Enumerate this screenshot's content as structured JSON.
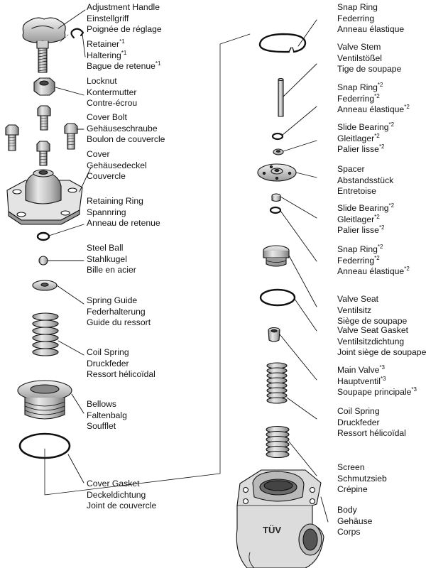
{
  "labels": {
    "adjustment_handle": [
      "Adjustment Handle",
      "Einstellgriff",
      "Poignée de réglage"
    ],
    "retainer": [
      {
        "t": "Retainer",
        "n": "*1"
      },
      {
        "t": "Haltering",
        "n": "*1"
      },
      {
        "t": "Bague de retenue",
        "n": "*1"
      }
    ],
    "locknut": [
      "Locknut",
      "Kontermutter",
      "Contre-écrou"
    ],
    "cover_bolt": [
      "Cover Bolt",
      "Gehäuseschraube",
      "Boulon de couvercle"
    ],
    "cover": [
      "Cover",
      "Gehäusedeckel",
      "Couvercle"
    ],
    "retaining_ring": [
      "Retaining Ring",
      "Spannring",
      "Anneau de retenue"
    ],
    "steel_ball": [
      "Steel Ball",
      "Stahlkugel",
      "Bille en acier"
    ],
    "spring_guide": [
      "Spring Guide",
      "Federhalterung",
      "Guide du ressort"
    ],
    "coil_spring_left": [
      "Coil Spring",
      "Druckfeder",
      "Ressort hélicoïdal"
    ],
    "bellows": [
      "Bellows",
      "Faltenbalg",
      "Soufflet"
    ],
    "cover_gasket": [
      "Cover Gasket",
      "Deckeldichtung",
      "Joint de couvercle"
    ],
    "snap_ring_top": [
      "Snap Ring",
      "Federring",
      "Anneau élastique"
    ],
    "valve_stem": [
      "Valve Stem",
      "Ventilstößel",
      "Tige de soupape"
    ],
    "snap_ring_2a": [
      {
        "t": "Snap Ring",
        "n": "*2"
      },
      {
        "t": "Federring",
        "n": "*2"
      },
      {
        "t": "Anneau élastique",
        "n": "*2"
      }
    ],
    "slide_bearing_a": [
      {
        "t": "Slide Bearing",
        "n": "*2"
      },
      {
        "t": "Gleitlager",
        "n": "*2"
      },
      {
        "t": "Palier lisse",
        "n": "*2"
      }
    ],
    "spacer": [
      "Spacer",
      "Abstandsstück",
      "Entretoise"
    ],
    "slide_bearing_b": [
      {
        "t": "Slide Bearing",
        "n": "*2"
      },
      {
        "t": "Gleitlager",
        "n": "*2"
      },
      {
        "t": "Palier lisse",
        "n": "*2"
      }
    ],
    "snap_ring_2b": [
      {
        "t": "Snap Ring",
        "n": "*2"
      },
      {
        "t": "Federring",
        "n": "*2"
      },
      {
        "t": "Anneau élastique",
        "n": "*2"
      }
    ],
    "valve_seat": [
      "Valve Seat",
      "Ventilsitz",
      "Siège de soupape"
    ],
    "valve_seat_gasket": [
      "Valve Seat Gasket",
      "Ventilsitzdichtung",
      "Joint siège de soupape"
    ],
    "main_valve": [
      {
        "t": "Main Valve",
        "n": "*3"
      },
      {
        "t": "Hauptventil",
        "n": "*3"
      },
      {
        "t": "Soupape principale",
        "n": "*3"
      }
    ],
    "coil_spring_right": [
      "Coil Spring",
      "Druckfeder",
      "Ressort hélicoïdal"
    ],
    "screen": [
      "Screen",
      "Schmutzsieb",
      "Crépine"
    ],
    "body": [
      "Body",
      "Gehäuse",
      "Corps"
    ]
  },
  "body_marking": "TÜV"
}
